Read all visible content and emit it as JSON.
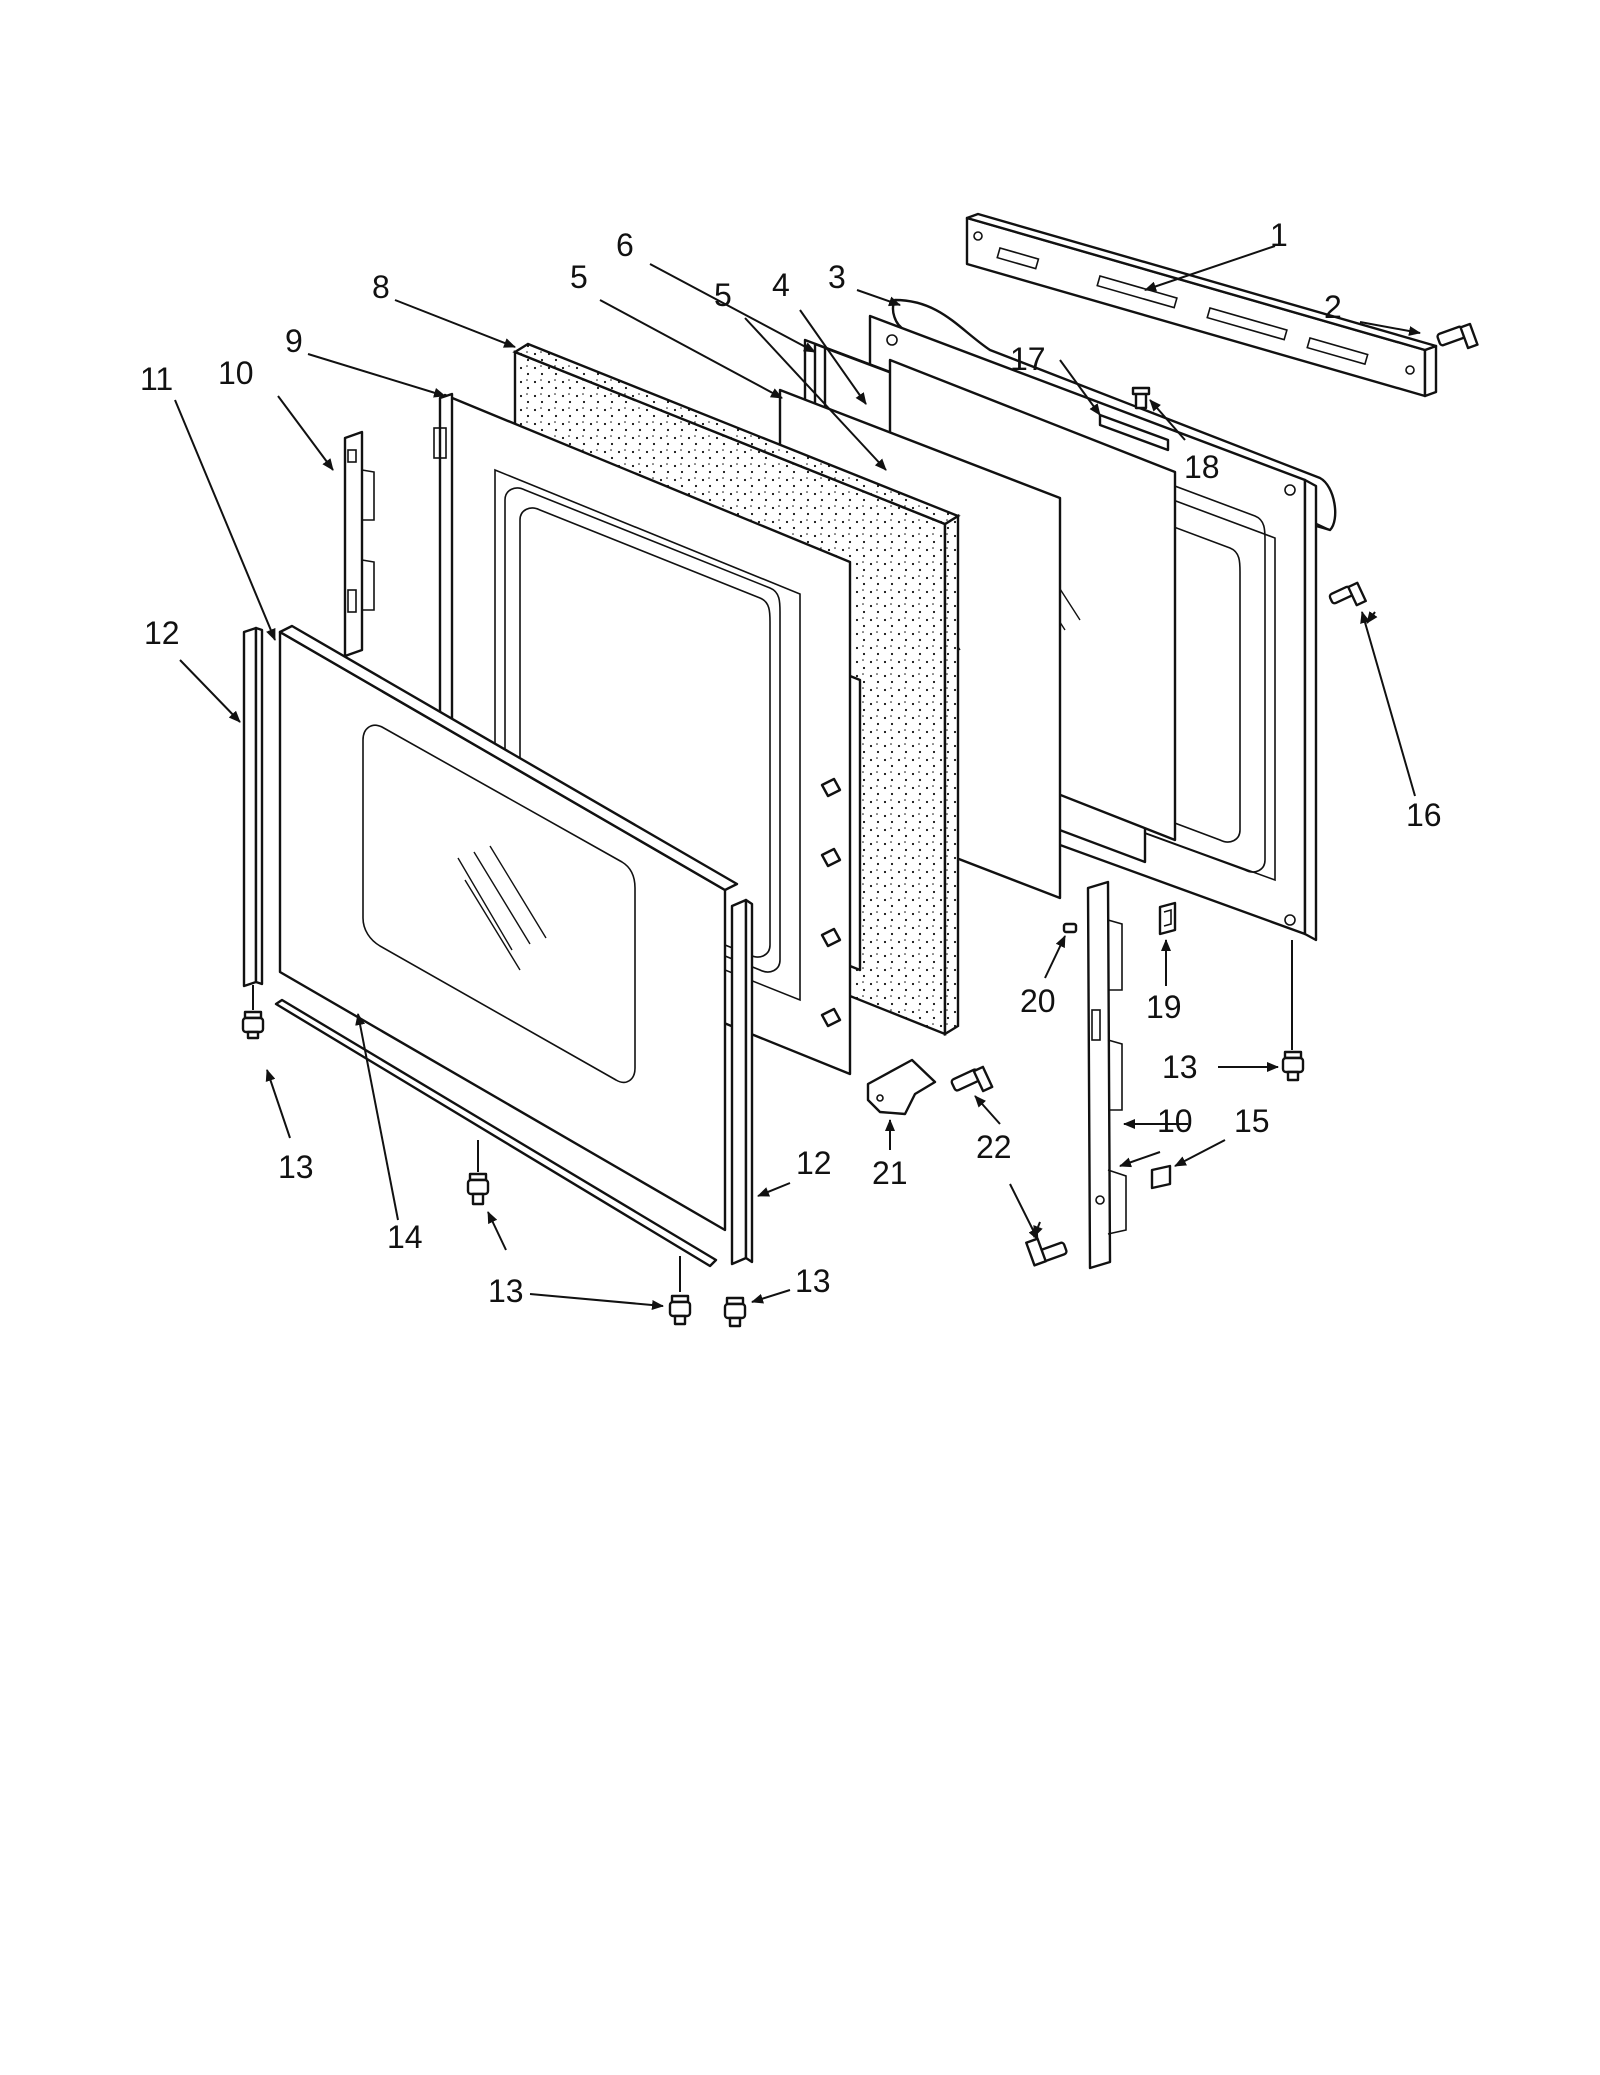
{
  "callouts": [
    {
      "id": "c1",
      "label": "1"
    },
    {
      "id": "c2",
      "label": "2"
    },
    {
      "id": "c3",
      "label": "3"
    },
    {
      "id": "c4",
      "label": "4"
    },
    {
      "id": "c5a",
      "label": "5"
    },
    {
      "id": "c5b",
      "label": "5"
    },
    {
      "id": "c6",
      "label": "6"
    },
    {
      "id": "c8",
      "label": "8"
    },
    {
      "id": "c9",
      "label": "9"
    },
    {
      "id": "c10a",
      "label": "10"
    },
    {
      "id": "c10b",
      "label": "10"
    },
    {
      "id": "c11",
      "label": "11"
    },
    {
      "id": "c12a",
      "label": "12"
    },
    {
      "id": "c12b",
      "label": "12"
    },
    {
      "id": "c13a",
      "label": "13"
    },
    {
      "id": "c13b",
      "label": "13"
    },
    {
      "id": "c13c",
      "label": "13"
    },
    {
      "id": "c13d",
      "label": "13"
    },
    {
      "id": "c14",
      "label": "14"
    },
    {
      "id": "c15",
      "label": "15"
    },
    {
      "id": "c16",
      "label": "16"
    },
    {
      "id": "c17",
      "label": "17"
    },
    {
      "id": "c18",
      "label": "18"
    },
    {
      "id": "c19",
      "label": "19"
    },
    {
      "id": "c20",
      "label": "20"
    },
    {
      "id": "c21",
      "label": "21"
    },
    {
      "id": "c22",
      "label": "22"
    }
  ],
  "colors": {
    "line": "#111111",
    "background": "#ffffff"
  }
}
